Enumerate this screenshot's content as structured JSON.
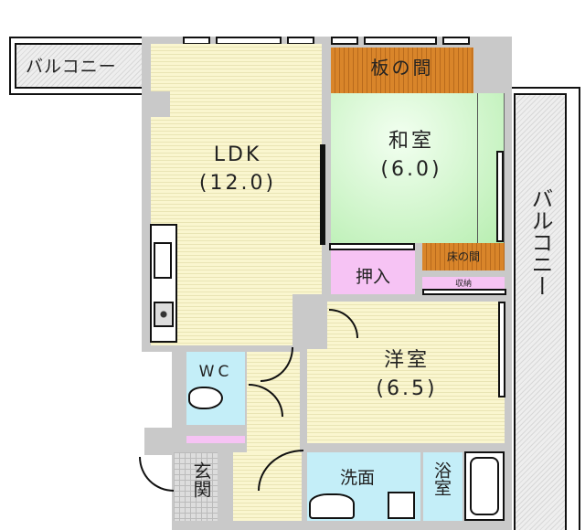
{
  "rooms": {
    "balcony_left": "バルコニー",
    "balcony_right": "バルコニー",
    "ldk": {
      "name": "LDK",
      "size": "(12.0)"
    },
    "ita_no_ma": "板の間",
    "washitsu": {
      "name": "和室",
      "size": "(6.0)"
    },
    "toko_no_ma": "床の間",
    "oshiire": "押入",
    "shuunou": "収納",
    "youshitsu": {
      "name": "洋室",
      "size": "(6.5)"
    },
    "wc": "WC",
    "genkan": "玄関",
    "senmen": "洗面",
    "yokushitsu": "浴室"
  },
  "colors": {
    "wall": "#c9c9c9",
    "ldk": "#faf6cf",
    "wood": "#d9852a",
    "washitsu": "#b7eeb0",
    "storage": "#f6c3f4",
    "wet": "#c4eef8"
  }
}
